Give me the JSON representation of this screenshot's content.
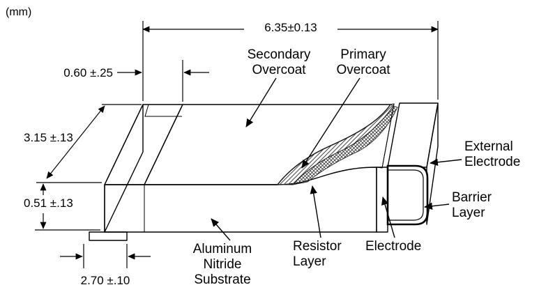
{
  "units_label": "(mm)",
  "dimensions": {
    "length": "6.35±0.13",
    "top_electrode_wrap": "0.60 ±.25",
    "width": "3.15 ±.13",
    "thickness": "0.51 ±.13",
    "bottom_electrode_wrap": "2.70 ±.10"
  },
  "callouts": {
    "secondary_overcoat": {
      "line1": "Secondary",
      "line2": "Overcoat"
    },
    "primary_overcoat": {
      "line1": "Primary",
      "line2": "Overcoat"
    },
    "external_electrode": {
      "line1": "External",
      "line2": "Electrode"
    },
    "barrier_layer": {
      "line1": "Barrier",
      "line2": "Layer"
    },
    "resistor_layer": {
      "line1": "Resistor",
      "line2": "Layer"
    },
    "electrode": {
      "line1": "Electrode"
    },
    "substrate": {
      "line1": "Aluminum",
      "line2": "Nitride",
      "line3": "Substrate"
    }
  },
  "colors": {
    "overcoat_gray": "#8d8f90",
    "outline": "#000000",
    "background": "#ffffff"
  }
}
